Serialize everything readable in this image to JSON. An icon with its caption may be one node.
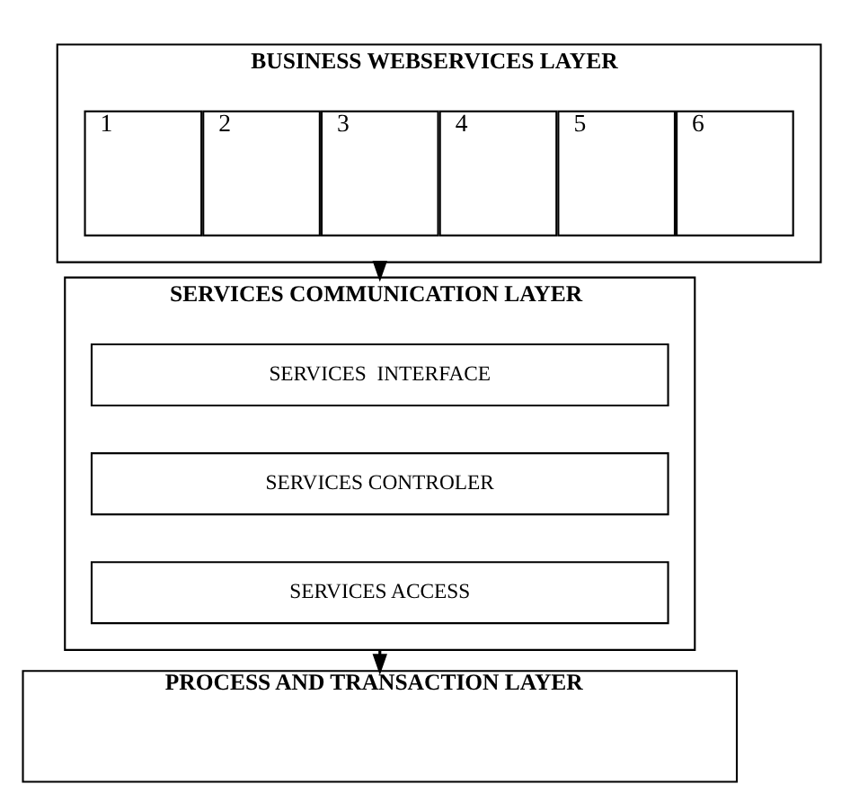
{
  "diagram": {
    "nodes": [
      {
        "text": [
          "BUSINESS WEBSERVICES LAYER"
        ]
      },
      {
        "text": [
          "1"
        ],
        "in": 0
      },
      {
        "text": [
          "2"
        ],
        "in": 0
      },
      {
        "text": [
          "3"
        ],
        "in": 0
      },
      {
        "text": [
          "4"
        ],
        "in": 0
      },
      {
        "text": [
          "5"
        ],
        "in": 0
      },
      {
        "text": [
          "6"
        ],
        "in": 0
      },
      {
        "text": [
          "SERVICES COMMUNICATION LAYER"
        ]
      },
      {
        "text": [
          "SERVICES  INTERFACE"
        ],
        "in": 7
      },
      {
        "text": [
          "SERVICES CONTROLER"
        ],
        "in": 7
      },
      {
        "text": [
          "SERVICES ACCESS"
        ],
        "in": 7
      },
      {
        "text": [
          "PROCESS AND TRANSACTION LAYER"
        ]
      }
    ],
    "edges": [
      {
        "from": 0,
        "to": 7,
        "arrow": "to"
      },
      {
        "from": 7,
        "to": 11,
        "arrow": "to"
      }
    ]
  }
}
